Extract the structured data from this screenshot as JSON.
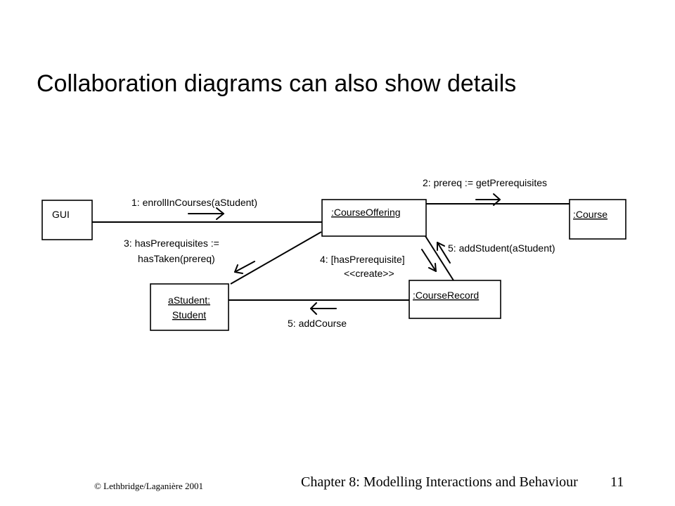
{
  "slide": {
    "title": "Collaboration diagrams can also show details"
  },
  "objects": {
    "gui": "GUI",
    "course_offering": ":CourseOffering",
    "course": ":Course",
    "a_student_line1": "aStudent:",
    "a_student_line2": "Student",
    "course_record": ":CourseRecord"
  },
  "messages": {
    "m1": "1: enrollInCourses(aStudent)",
    "m2": "2: prereq := getPrerequisites",
    "m3_line1": "3: hasPrerequisites :=",
    "m3_line2": "hasTaken(prereq)",
    "m4_line1": "4: [hasPrerequisite]",
    "m4_line2": "<<create>>",
    "m5_add_student": "5: addStudent(aStudent)",
    "m5_add_course": "5: addCourse"
  },
  "footer": {
    "copyright": "© Lethbridge/Laganière 2001",
    "chapter": "Chapter 8: Modelling Interactions and Behaviour",
    "page": "11"
  }
}
